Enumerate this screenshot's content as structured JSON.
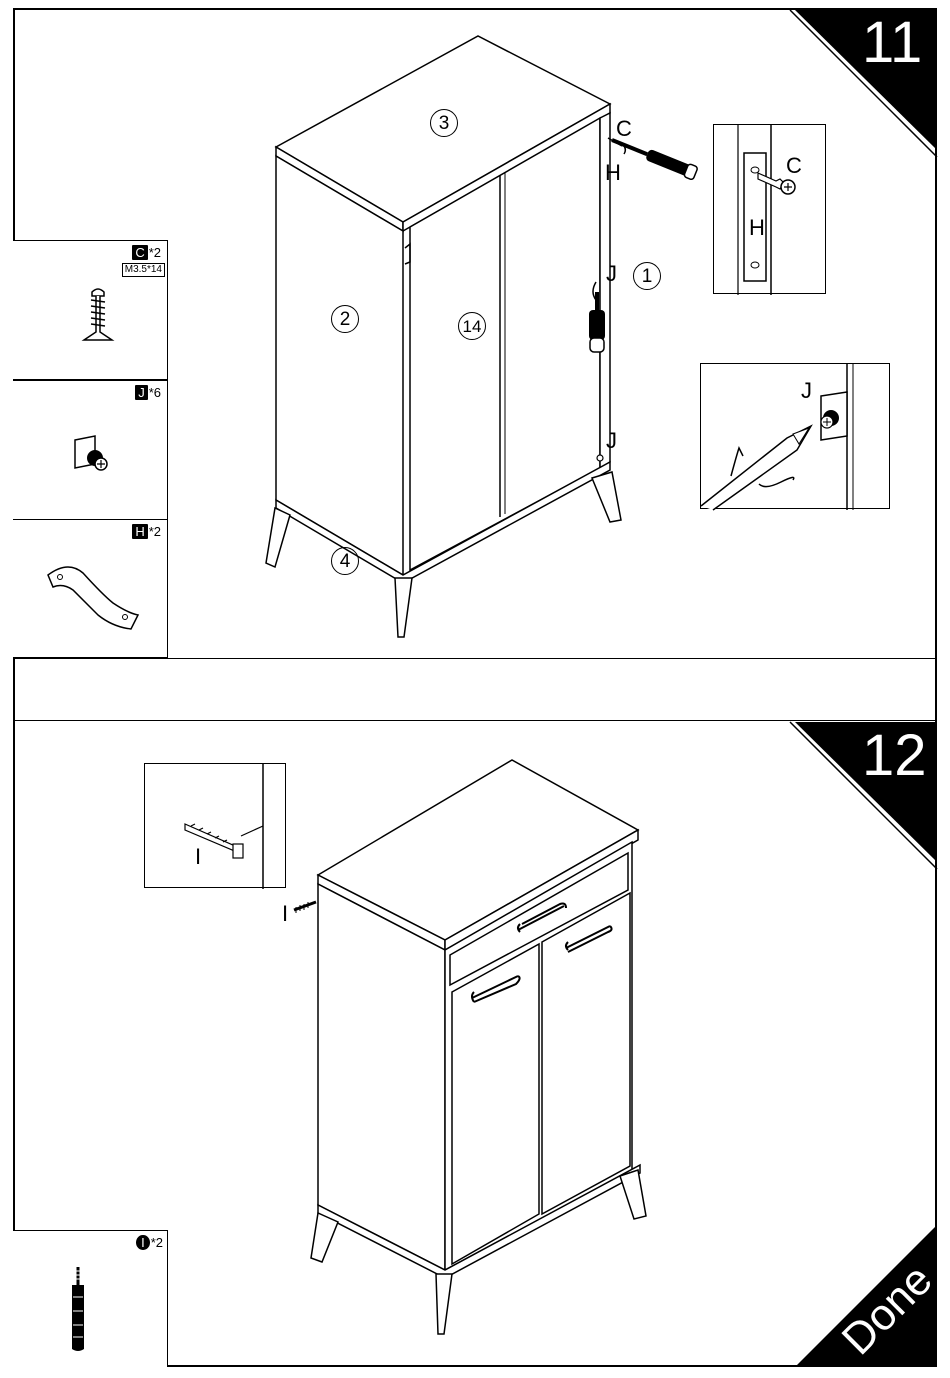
{
  "step11": {
    "number": "11",
    "parts": [
      {
        "letter": "C",
        "qty": "*2",
        "spec": "M3.5*14",
        "icon": "screw-icon"
      },
      {
        "letter": "J",
        "qty": "*6",
        "icon": "hinge-connector-icon"
      },
      {
        "letter": "H",
        "qty": "*2",
        "icon": "curved-strap-icon"
      }
    ],
    "panel_labels": {
      "top": "3",
      "side": "2",
      "door": "14",
      "bottom": "4",
      "back": "1"
    },
    "callouts": {
      "c": "C",
      "h": "H",
      "j1": "J",
      "j2": "J"
    },
    "inset_strap": {
      "c": "C",
      "h": "H"
    },
    "inset_connector": {
      "j": "J"
    }
  },
  "step12": {
    "number": "12",
    "parts": [
      {
        "letter": "I",
        "qty": "*2",
        "icon": "anchor-plug-icon"
      }
    ],
    "callouts": {
      "i": "I"
    },
    "inset_anchor": {
      "i": "I"
    },
    "done_label": "Done"
  }
}
